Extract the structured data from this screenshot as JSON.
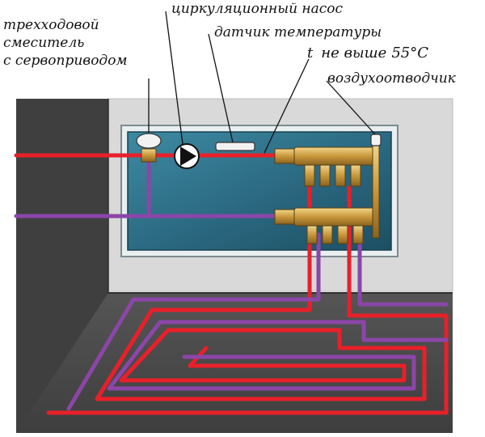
{
  "labels": {
    "mixer_line1": "трехходовой",
    "mixer_line2": "смеситель",
    "mixer_line3": "с сервоприводом",
    "pump": "циркуляционный насос",
    "sensor": "датчик температуры",
    "temp_symbol": "t",
    "temp_text": "не выше",
    "temp_value": "55",
    "temp_unit": "°С",
    "air_vent": "воздухоотводчик"
  },
  "colors": {
    "supply": "#e8202a",
    "return": "#8b46a8",
    "floor": "#4a4a4a",
    "wall": "#d9d9d9",
    "cabinet": "#2f6f86",
    "brass": "#c8973a"
  }
}
